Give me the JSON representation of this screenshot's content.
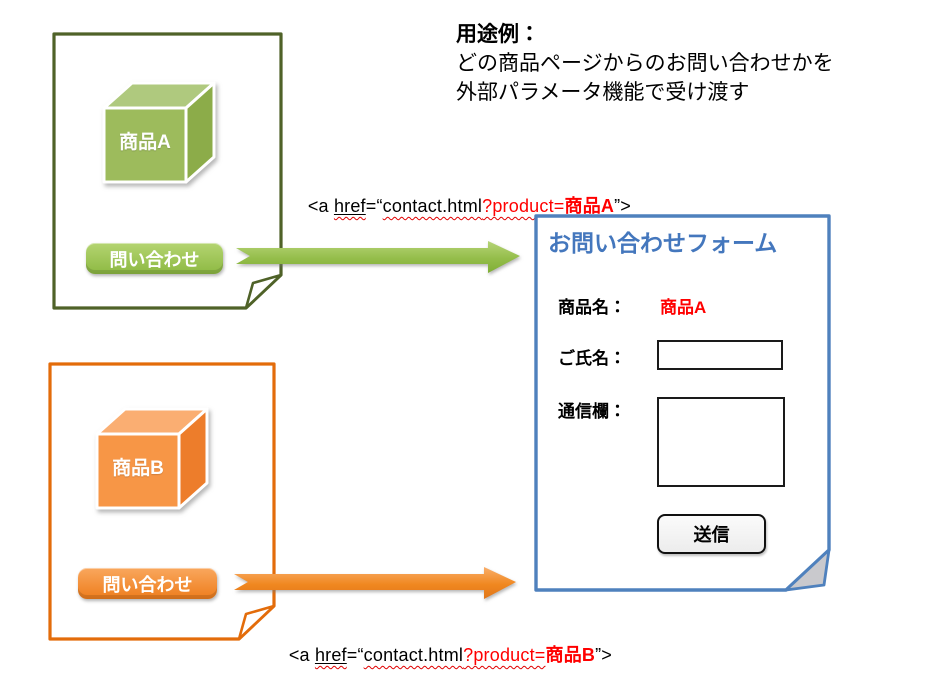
{
  "note": {
    "title": "用途例：",
    "line1": "どの商品ページからのお問い合わせかを",
    "line2": "外部パラメータ機能で受け渡す"
  },
  "page_a": {
    "product_label": "商品A",
    "inquiry_button": "問い合わせ"
  },
  "page_b": {
    "product_label": "商品B",
    "inquiry_button": "問い合わせ"
  },
  "link_a": {
    "open": "<a ",
    "attr": "href",
    "eq": "=“",
    "url": "contact.html",
    "query": "?product=",
    "product": "商品A",
    "close": "”>"
  },
  "link_b": {
    "open": "<a ",
    "attr": "href",
    "eq": "=“",
    "url": "contact.html",
    "query": "?product=",
    "product": "商品B",
    "close": "”>"
  },
  "form": {
    "title": "お問い合わせフォーム",
    "product_label": "商品名：",
    "product_value": "商品A",
    "name_label": "ご氏名：",
    "name_value": "",
    "message_label": "通信欄：",
    "message_value": "",
    "submit_label": "送信"
  },
  "colors": {
    "page_a_border": "#4F6228",
    "page_a_accent": "#9BBB59",
    "page_b_border": "#E36C0A",
    "page_b_accent": "#F79646",
    "form_border": "#4F81BD",
    "form_title_text": "#4477BD",
    "highlight_red": "#FF0000",
    "fold_gray": "#C9C9CD"
  }
}
